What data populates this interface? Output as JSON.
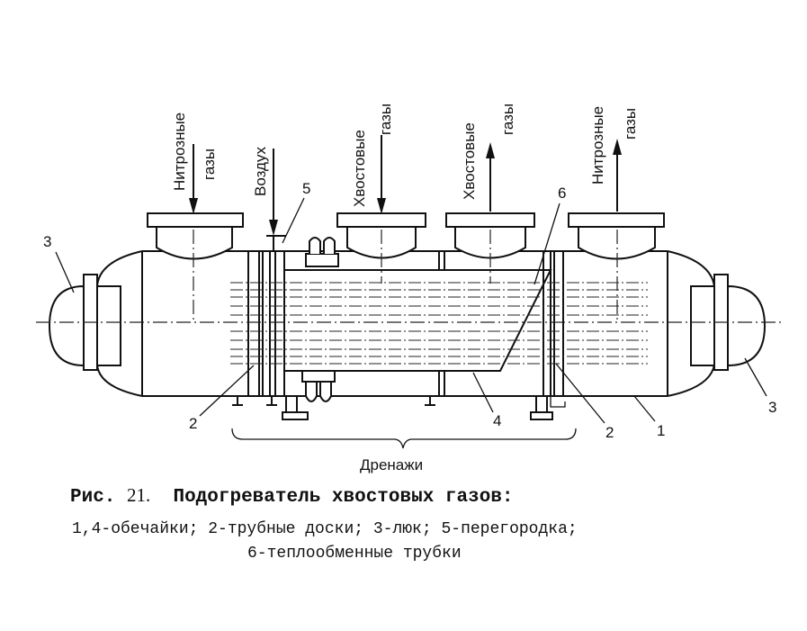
{
  "labels": {
    "nitrous_gas_in_1": "Нитрозные",
    "nitrous_gas_in_2": "газы",
    "air": "Воздух",
    "tail_gas_in_1": "Хвостовые",
    "tail_gas_in_2": "газы",
    "tail_gas_out_1": "Хвостовые",
    "tail_gas_out_2": "газы",
    "nitrous_gas_out_1": "Нитрозные",
    "nitrous_gas_out_2": "газы",
    "drains": "Дренажи"
  },
  "numbers": {
    "n3_left": "3",
    "n3_right": "3",
    "n5": "5",
    "n6": "6",
    "n2_left": "2",
    "n2_right": "2",
    "n4": "4",
    "n1": "1"
  },
  "caption": {
    "fig_prefix": "Рис. ",
    "fig_number": "21.",
    "fig_title": "  Подогреватель хвостовых газов:",
    "legend_line1": "1,4-обечайки; 2-трубные доски; 3-люк; 5-перегородка;",
    "legend_line2": "6-теплообменные трубки"
  }
}
